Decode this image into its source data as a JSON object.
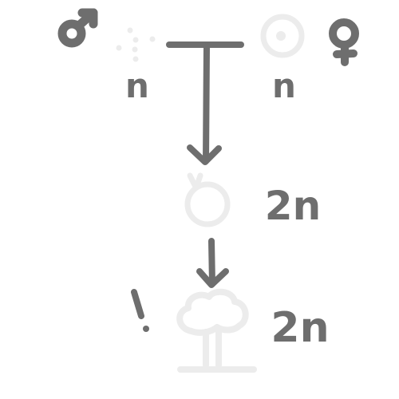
{
  "symbols": {
    "male": "♂",
    "female": "♀",
    "exclamation": "!"
  },
  "labels": {
    "sperm_ploidy": "n",
    "egg_ploidy": "n",
    "zygote_ploidy": "2n",
    "plant_ploidy": "2n"
  },
  "colors": {
    "dark": "#6e6e6e",
    "light": "#ececec",
    "background": "#ffffff"
  },
  "icons": {
    "sperm": "sperm-dots-icon",
    "egg": "egg-cell-icon",
    "zygote": "zygote-icon",
    "plant": "tree-icon"
  }
}
